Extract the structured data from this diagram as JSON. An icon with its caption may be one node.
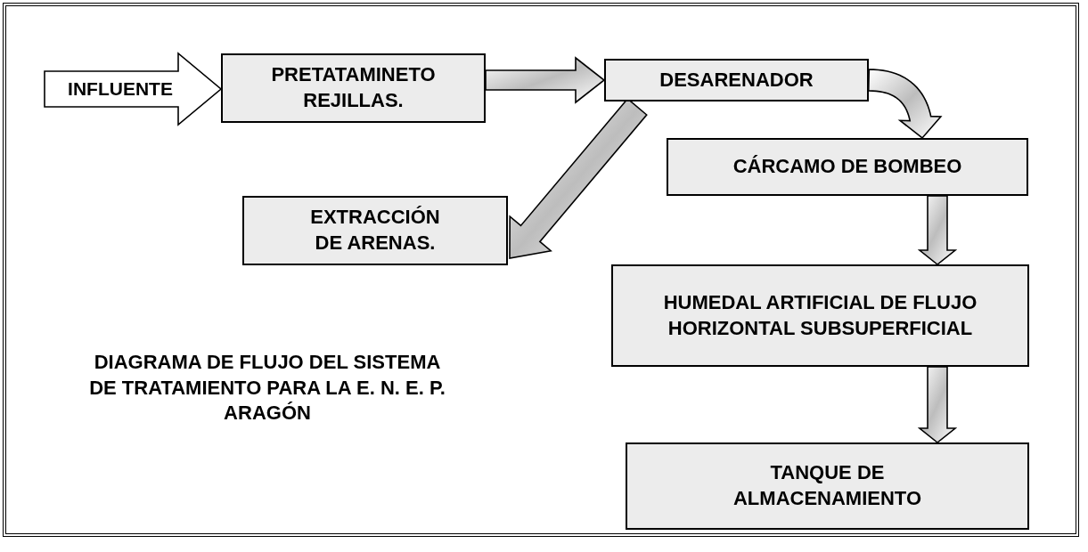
{
  "diagram": {
    "title": "DIAGRAMA DE FLUJO DEL SISTEMA DE TRATAMIENTO PARA LA E. N. E. P. ARAGÓN",
    "nodes": [
      {
        "text": [
          "PRETATAMINETO REJILLAS."
        ]
      },
      {
        "text": [
          "DESARENADOR"
        ]
      },
      {
        "text": [
          "EXTRACCIÓN DE ARENAS."
        ]
      },
      {
        "text": [
          "CÁRCAMO DE BOMBEO"
        ]
      },
      {
        "text": [
          "HUMEDAL ARTIFICIAL DE FLUJO HORIZONTAL SUBSUPERFICIAL"
        ]
      },
      {
        "text": [
          "TANQUE DE ALMACENAMIENTO"
        ]
      }
    ],
    "edges": [
      {
        "from": null,
        "to": 0,
        "arrow": "to",
        "label": "INFLUENTE"
      },
      {
        "from": 0,
        "to": 1,
        "arrow": "to"
      },
      {
        "from": 1,
        "to": 2,
        "arrow": "to"
      },
      {
        "from": 1,
        "to": 3,
        "arrow": "to"
      },
      {
        "from": 3,
        "to": 4,
        "arrow": "to"
      },
      {
        "from": 4,
        "to": 5,
        "arrow": "to"
      }
    ]
  }
}
